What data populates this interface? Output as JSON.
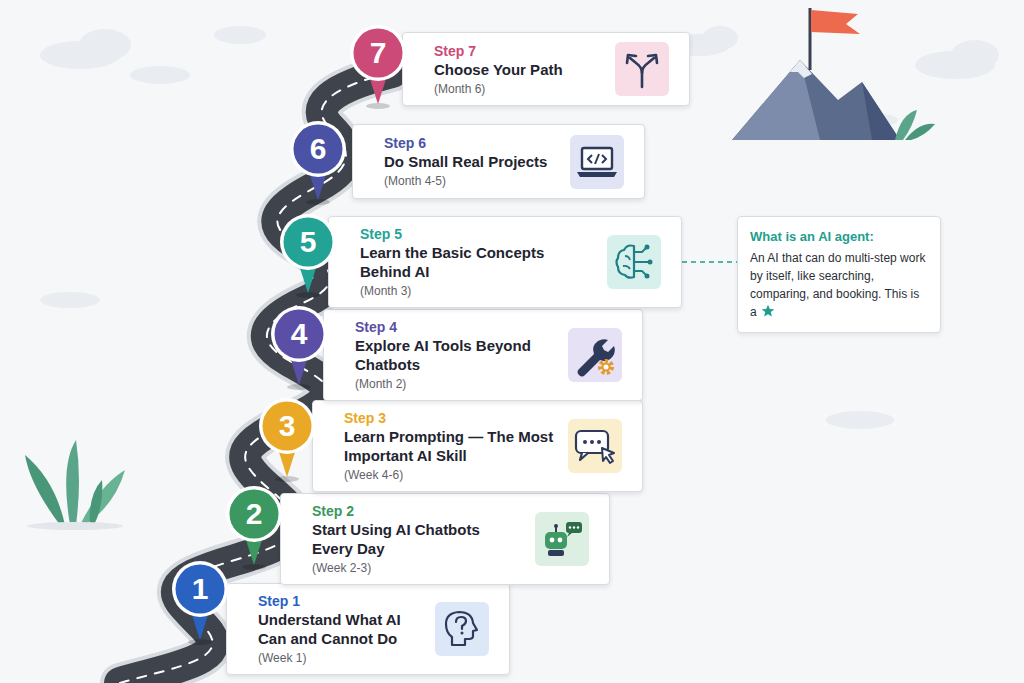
{
  "diagram": {
    "nodes": [
      {
        "text": [
          "1"
        ]
      },
      {
        "text": [
          "Step 1",
          "Understand What AI Can and Cannot Do",
          "(Week 1)"
        ]
      },
      {
        "text": [
          "2"
        ]
      },
      {
        "text": [
          "Step 2",
          "Start Using AI Chatbots Every Day",
          "(Week 2-3)"
        ]
      },
      {
        "text": [
          "3"
        ]
      },
      {
        "text": [
          "Step 3",
          "Learn Prompting — The Most Important AI Skill",
          "(Week 4-6)"
        ]
      },
      {
        "text": [
          "4"
        ]
      },
      {
        "text": [
          "Step 4",
          "Explore AI Tools Beyond Chatbots",
          "(Month 2)"
        ]
      },
      {
        "text": [
          "5"
        ]
      },
      {
        "text": [
          "Step 5",
          "Learn the Basic Concepts Behind AI",
          "(Month 3)"
        ]
      },
      {
        "text": [
          "6"
        ]
      },
      {
        "text": [
          "Step 6",
          "Do Small Real Projects",
          "(Month 4-5)"
        ]
      },
      {
        "text": [
          "7"
        ]
      },
      {
        "text": [
          "Step 7",
          "Choose Your Path",
          "(Month 6)"
        ]
      },
      {
        "text": [
          "What is an AI agent:",
          "An AI that can do multi-step work by itself, like searching, comparing, and booking. This is a"
        ]
      }
    ],
    "edges": [
      {
        "from": 9,
        "to": 14,
        "arrow": "none"
      }
    ]
  }
}
